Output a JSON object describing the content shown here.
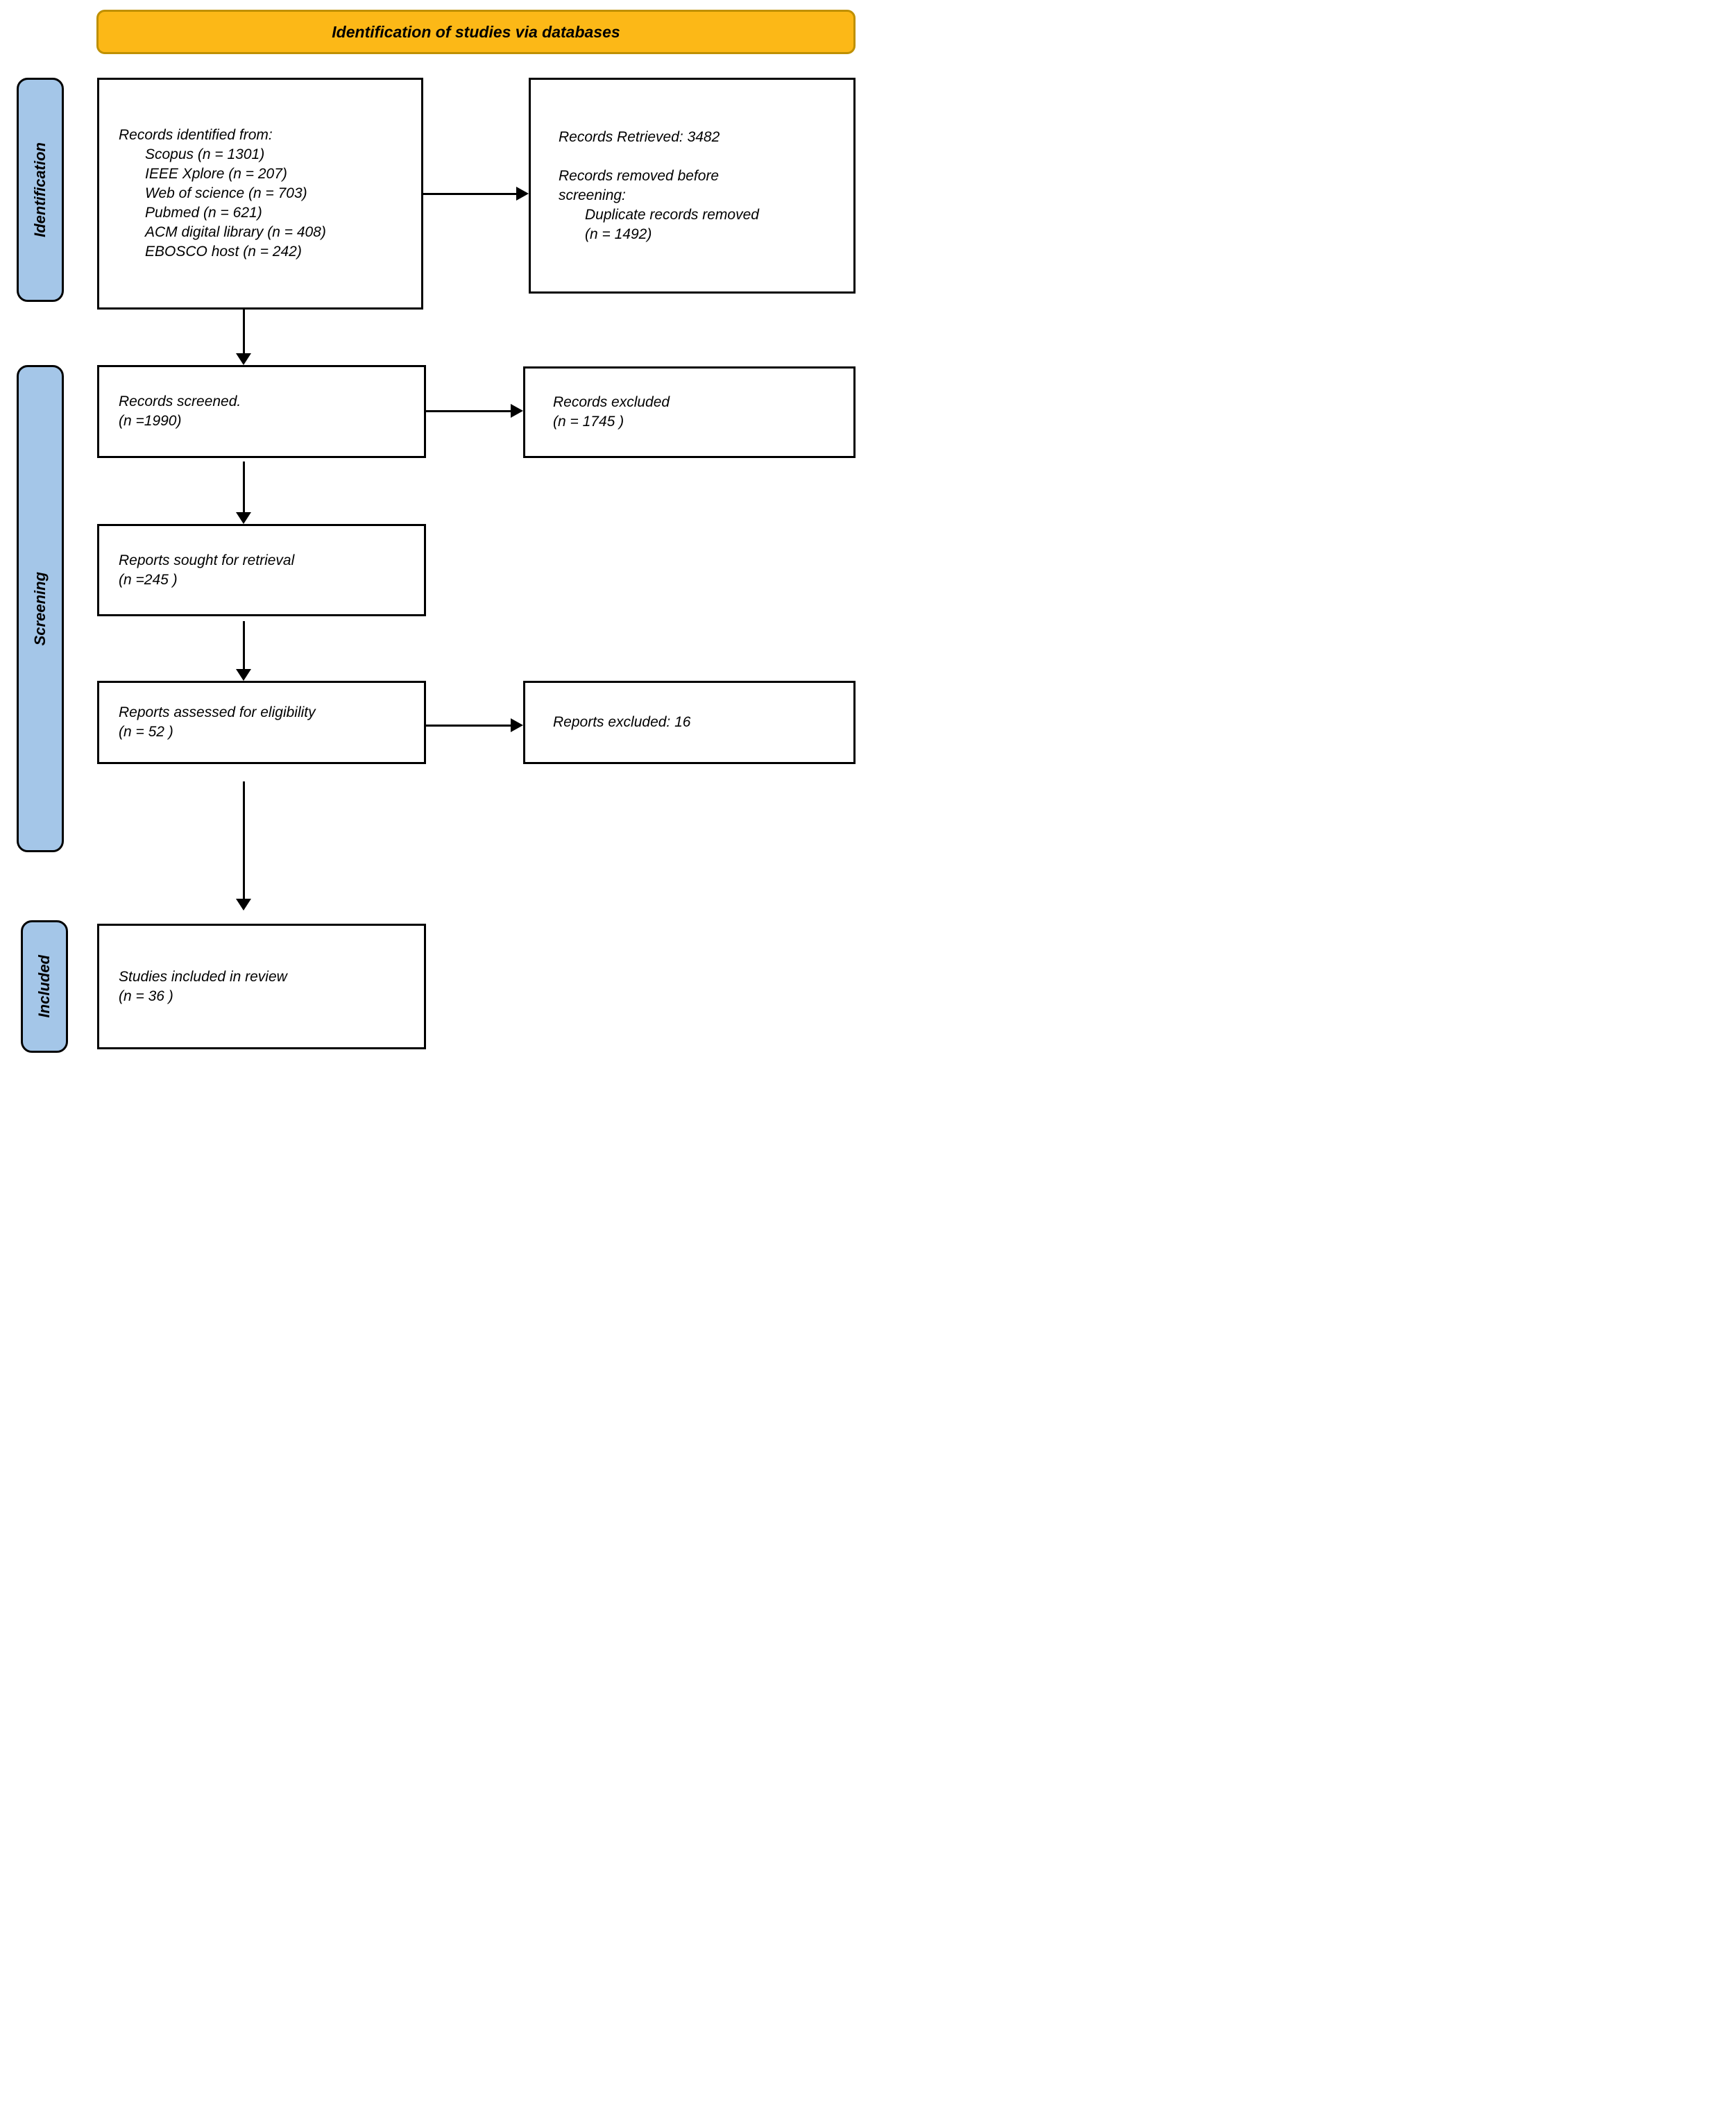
{
  "banner": {
    "label": "Identification of studies via databases"
  },
  "stages": {
    "identification": "Identification",
    "screening": "Screening",
    "included": "Included"
  },
  "boxes": {
    "records_identified": {
      "lines": [
        "Records identified from:",
        "Scopus (n = 1301)",
        "IEEE Xplore (n = 207)",
        "Web of science (n = 703)",
        "Pubmed (n = 621)",
        "ACM digital library (n = 408)",
        "EBOSCO host (n = 242)"
      ]
    },
    "records_retrieved": {
      "lines": [
        "Records Retrieved: 3482",
        "",
        "Records removed before",
        "screening:",
        "Duplicate records removed",
        "(n = 1492)"
      ]
    },
    "records_screened": {
      "lines": [
        "Records screened.",
        "(n =1990)"
      ]
    },
    "records_excluded": {
      "lines": [
        "Records excluded",
        "(n = 1745 )"
      ]
    },
    "reports_sought": {
      "lines": [
        "Reports sought for retrieval",
        "(n =245 )"
      ]
    },
    "reports_assessed": {
      "lines": [
        "Reports assessed for eligibility",
        "(n = 52 )"
      ]
    },
    "reports_excluded": {
      "lines": [
        "Reports excluded: 16"
      ]
    },
    "studies_included": {
      "lines": [
        "Studies included in review",
        "(n = 36 )"
      ]
    }
  },
  "colors": {
    "banner_fill": "#FCB817",
    "banner_border": "#BF9000",
    "stage_fill": "#A4C6E8",
    "ink": "#000000"
  }
}
